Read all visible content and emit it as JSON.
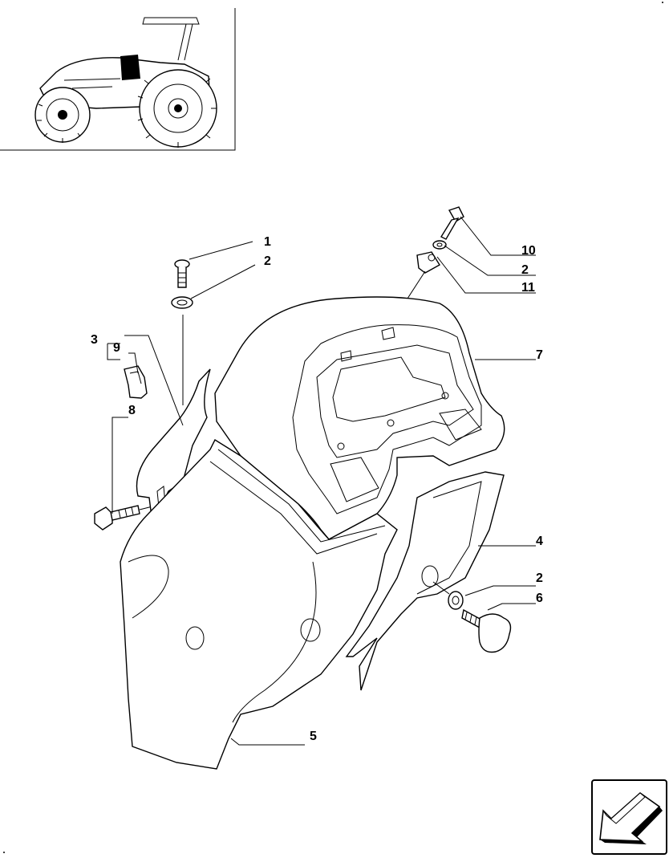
{
  "callouts": [
    {
      "id": "c1",
      "label": "1"
    },
    {
      "id": "c2a",
      "label": "2"
    },
    {
      "id": "c3",
      "label": "3"
    },
    {
      "id": "c9",
      "label": "9"
    },
    {
      "id": "c8",
      "label": "8"
    },
    {
      "id": "c10",
      "label": "10"
    },
    {
      "id": "c2b",
      "label": "2"
    },
    {
      "id": "c11",
      "label": "11"
    },
    {
      "id": "c7",
      "label": "7"
    },
    {
      "id": "c4",
      "label": "4"
    },
    {
      "id": "c2c",
      "label": "2"
    },
    {
      "id": "c6",
      "label": "6"
    },
    {
      "id": "c5",
      "label": "5"
    }
  ],
  "icons": {
    "tractor": "tractor-thumbnail-icon",
    "nav_arrow": "previous-page-arrow-icon"
  }
}
